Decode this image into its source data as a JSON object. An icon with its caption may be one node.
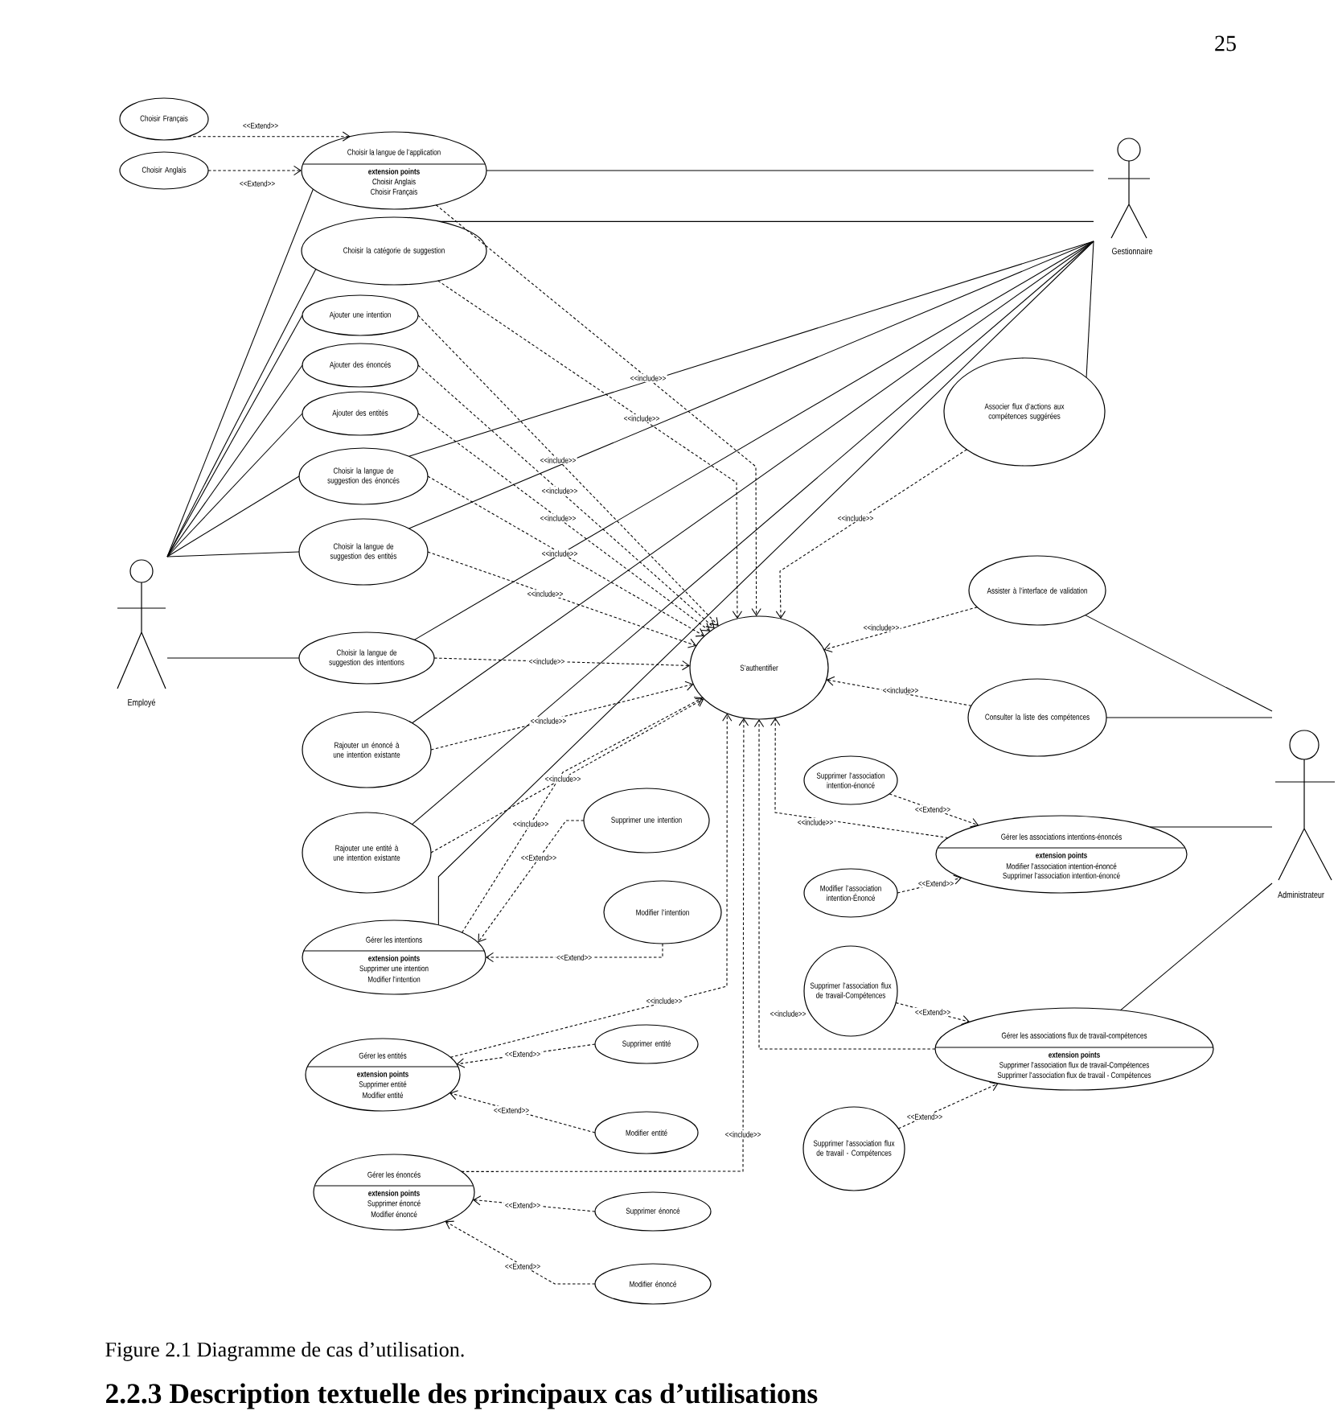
{
  "diagram": {
    "caption": "Figure 2.1 Diagramme de cas d’utilisation.",
    "nodes": [
      {
        "text": [
          "Choisir Français"
        ]
      },
      {
        "text": [
          "Choisir Anglais"
        ]
      },
      {
        "text": [
          "Choisir la langue de l'application",
          "extension points",
          "Choisir Anglais",
          "Choisir Français"
        ]
      },
      {
        "text": [
          "Choisir la catégorie de suggestion"
        ]
      },
      {
        "text": [
          "Ajouter une intention"
        ]
      },
      {
        "text": [
          "Ajouter des énoncés"
        ]
      },
      {
        "text": [
          "Ajouter des entités"
        ]
      },
      {
        "text": [
          "Choisir la langue de suggestion des énoncés"
        ]
      },
      {
        "text": [
          "Choisir la langue de suggestion des entités"
        ]
      },
      {
        "text": [
          "Choisir la langue de suggestion des intentions"
        ]
      },
      {
        "text": [
          "Rajouter un énoncé à une intention existante"
        ]
      },
      {
        "text": [
          "Rajouter une entité à une intention existante"
        ]
      },
      {
        "text": [
          "Supprimer une intention"
        ]
      },
      {
        "text": [
          "Modifier l'intention"
        ]
      },
      {
        "text": [
          "Gérer les intentions",
          "extension points",
          "Supprimer une intention",
          "Modifier l'intention"
        ]
      },
      {
        "text": [
          "Supprimer entité"
        ]
      },
      {
        "text": [
          "Gérer les entités",
          "extension points",
          "Supprimer entité",
          "Modifier entité"
        ]
      },
      {
        "text": [
          "Modifier entité"
        ]
      },
      {
        "text": [
          "Gérer les énoncés",
          "extension points",
          "Supprimer énoncé",
          "Modifier énoncé"
        ]
      },
      {
        "text": [
          "Supprimer énoncé"
        ]
      },
      {
        "text": [
          "Modifier énoncé"
        ]
      },
      {
        "text": [
          "S'authentifier"
        ]
      },
      {
        "text": [
          "Associer flux d'actions aux compétences suggérées"
        ]
      },
      {
        "text": [
          "Assister à l'interface de validation"
        ]
      },
      {
        "text": [
          "Consulter la liste des compétences"
        ]
      },
      {
        "text": [
          "Supprimer l'association intention-énoncé"
        ]
      },
      {
        "text": [
          "Gérer les associations intentions-énoncés",
          "extension points",
          "Modifier l'association intention-énoncé",
          "Supprimer l'association intention-énoncé"
        ]
      },
      {
        "text": [
          "Modifier l'association intention-Énoncé"
        ]
      },
      {
        "text": [
          "Supprimer l'association flux de travail-Compétences"
        ]
      },
      {
        "text": [
          "Gérer les associations flux de travail-compétences",
          "extension points",
          "Supprimer l'association flux de travail-Compétences",
          "Supprimer l'association flux de travail - Compétences"
        ]
      },
      {
        "text": [
          "Supprimer l'association flux de travail - Compétences"
        ]
      },
      {
        "text": [
          "Employé"
        ]
      },
      {
        "text": [
          "Gestionnaire"
        ]
      },
      {
        "text": [
          "Administrateur"
        ]
      }
    ],
    "edges": [
      {
        "from": 0,
        "to": 2,
        "arrow": "to",
        "style": "dashed",
        "label": "<<Extend>>"
      },
      {
        "from": 1,
        "to": 2,
        "arrow": "to",
        "style": "dashed",
        "label": "<<Extend>>"
      },
      {
        "from": 31,
        "to": 2,
        "arrow": "none"
      },
      {
        "from": 31,
        "to": 3,
        "arrow": "none"
      },
      {
        "from": 31,
        "to": 4,
        "arrow": "none"
      },
      {
        "from": 31,
        "to": 5,
        "arrow": "none"
      },
      {
        "from": 31,
        "to": 6,
        "arrow": "none"
      },
      {
        "from": 31,
        "to": 7,
        "arrow": "none"
      },
      {
        "from": 31,
        "to": 8,
        "arrow": "none"
      },
      {
        "from": 31,
        "to": 9,
        "arrow": "none"
      },
      {
        "from": 32,
        "to": 2,
        "arrow": "none"
      },
      {
        "from": 32,
        "to": 3,
        "arrow": "none"
      },
      {
        "from": 32,
        "to": 7,
        "arrow": "none"
      },
      {
        "from": 32,
        "to": 8,
        "arrow": "none"
      },
      {
        "from": 32,
        "to": 9,
        "arrow": "none"
      },
      {
        "from": 32,
        "to": 10,
        "arrow": "none"
      },
      {
        "from": 32,
        "to": 11,
        "arrow": "none"
      },
      {
        "from": 32,
        "to": 14,
        "arrow": "none"
      },
      {
        "from": 32,
        "to": 22,
        "arrow": "none"
      },
      {
        "from": 33,
        "to": 23,
        "arrow": "none"
      },
      {
        "from": 33,
        "to": 24,
        "arrow": "none"
      },
      {
        "from": 33,
        "to": 26,
        "arrow": "none"
      },
      {
        "from": 33,
        "to": 29,
        "arrow": "none"
      },
      {
        "from": 2,
        "to": 21,
        "arrow": "to",
        "style": "dashed",
        "label": "<<include>>"
      },
      {
        "from": 3,
        "to": 21,
        "arrow": "to",
        "style": "dashed",
        "label": "<<include>>"
      },
      {
        "from": 4,
        "to": 21,
        "arrow": "to",
        "style": "dashed",
        "label": "<<include>>"
      },
      {
        "from": 5,
        "to": 21,
        "arrow": "to",
        "style": "dashed",
        "label": "<<include>>"
      },
      {
        "from": 6,
        "to": 21,
        "arrow": "to",
        "style": "dashed",
        "label": "<<include>>"
      },
      {
        "from": 7,
        "to": 21,
        "arrow": "to",
        "style": "dashed",
        "label": "<<include>>"
      },
      {
        "from": 8,
        "to": 21,
        "arrow": "to",
        "style": "dashed",
        "label": "<<include>>"
      },
      {
        "from": 9,
        "to": 21,
        "arrow": "to",
        "style": "dashed",
        "label": "<<include>>"
      },
      {
        "from": 10,
        "to": 21,
        "arrow": "to",
        "style": "dashed",
        "label": "<<include>>"
      },
      {
        "from": 11,
        "to": 21,
        "arrow": "to",
        "style": "dashed",
        "label": "<<include>>"
      },
      {
        "from": 14,
        "to": 21,
        "arrow": "to",
        "style": "dashed",
        "label": "<<include>>"
      },
      {
        "from": 16,
        "to": 21,
        "arrow": "to",
        "style": "dashed",
        "label": "<<include>>"
      },
      {
        "from": 18,
        "to": 21,
        "arrow": "to",
        "style": "dashed",
        "label": "<<include>>"
      },
      {
        "from": 22,
        "to": 21,
        "arrow": "to",
        "style": "dashed",
        "label": "<<include>>"
      },
      {
        "from": 23,
        "to": 21,
        "arrow": "to",
        "style": "dashed",
        "label": "<<include>>"
      },
      {
        "from": 24,
        "to": 21,
        "arrow": "to",
        "style": "dashed",
        "label": "<<include>>"
      },
      {
        "from": 26,
        "to": 21,
        "arrow": "to",
        "style": "dashed",
        "label": "<<include>>"
      },
      {
        "from": 29,
        "to": 21,
        "arrow": "to",
        "style": "dashed",
        "label": "<<include>>"
      },
      {
        "from": 12,
        "to": 14,
        "arrow": "to",
        "style": "dashed",
        "label": "<<Extend>>"
      },
      {
        "from": 13,
        "to": 14,
        "arrow": "to",
        "style": "dashed",
        "label": "<<Extend>>"
      },
      {
        "from": 15,
        "to": 16,
        "arrow": "to",
        "style": "dashed",
        "label": "<<Extend>>"
      },
      {
        "from": 17,
        "to": 16,
        "arrow": "to",
        "style": "dashed",
        "label": "<<Extend>>"
      },
      {
        "from": 19,
        "to": 18,
        "arrow": "to",
        "style": "dashed",
        "label": "<<Extend>>"
      },
      {
        "from": 20,
        "to": 18,
        "arrow": "to",
        "style": "dashed",
        "label": "<<Extend>>"
      },
      {
        "from": 25,
        "to": 26,
        "arrow": "to",
        "style": "dashed",
        "label": "<<Extend>>"
      },
      {
        "from": 27,
        "to": 26,
        "arrow": "to",
        "style": "dashed",
        "label": "<<Extend>>"
      },
      {
        "from": 28,
        "to": 29,
        "arrow": "to",
        "style": "dashed",
        "label": "<<Extend>>"
      },
      {
        "from": 30,
        "to": 29,
        "arrow": "to",
        "style": "dashed",
        "label": "<<Extend>>"
      }
    ],
    "labels": [
      "25",
      "2.2.3 Description textuelle des principaux cas d’utilisations"
    ]
  }
}
